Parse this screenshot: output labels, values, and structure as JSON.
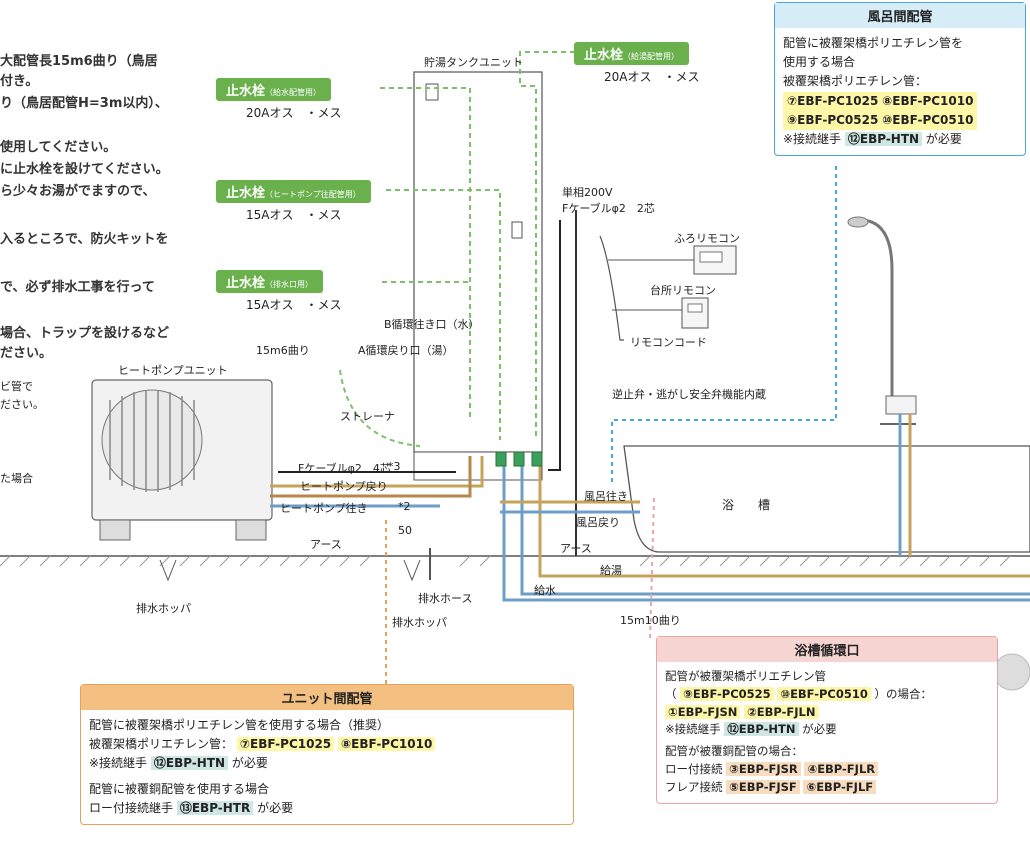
{
  "notes": [
    "大配管長15m6曲り（鳥居",
    "付き。",
    "り（鳥居配管H=3m以内）、",
    "使用してください。",
    "に止水栓を設けてください。",
    "ら少々お湯がでますので、",
    "入るところで、防火キットを",
    "で、必ず排水工事を行って",
    "場合、トラップを設けるなど",
    "ださい。"
  ],
  "small_notes": [
    "ビ管で",
    "ださい。",
    "た場合"
  ],
  "valves": {
    "supply": {
      "label": "止水栓",
      "sub": "（給水配管用）",
      "spec": "20Aオス　・メス"
    },
    "heatpump": {
      "label": "止水栓",
      "sub": "（ヒートポンプ往配管用）",
      "spec": "15Aオス　・メス"
    },
    "drain": {
      "label": "止水栓",
      "sub": "（排水口用）",
      "spec": "15Aオス　・メス"
    },
    "hotwater": {
      "label": "止水栓",
      "sub": "（給湯配管用）",
      "spec": "20Aオス　・メス"
    }
  },
  "labels": {
    "tank_unit": "貯湯タンクユニット",
    "power": "単相200V",
    "f_cable": "Fケーブルφ2　2芯",
    "bath_remote": "ふろリモコン",
    "kitchen_remote": "台所リモコン",
    "remote_cord": "リモコンコード",
    "b_port": "B循環往き口（水）",
    "a_port": "A循環戻り口（湯）",
    "bend_15m6": "15m6曲り",
    "hp_unit": "ヒートポンプユニット",
    "strainer": "ストレーナ",
    "check_valve": "逆止弁・逃がし安全弁機能内蔵",
    "f_cable_hp": "Fケーブルφ2　4芯",
    "star3": "*3",
    "hp_return": "ヒートポンプ戻り",
    "hp_supply": "ヒートポンプ往き",
    "star2": "*2",
    "earth1": "アース",
    "earth2": "アース",
    "bath_out": "風呂往き",
    "bath_back": "風呂戻り",
    "bathtub": "浴　　槽",
    "hot_supply": "給湯",
    "water_supply": "給水",
    "drain_hopper1": "排水ホッパ",
    "drain_hose": "排水ホース",
    "drain_hopper2": "排水ホッパ",
    "bend_15m10": "15m10曲り",
    "dim_50": "50"
  },
  "box_bath_pipe": {
    "title": "風呂間配管",
    "line1": "配管に被覆架橋ポリエチレン管を",
    "line2": "使用する場合",
    "line3": "被覆架橋ポリエチレン管：",
    "p7": "⑦EBF-PC1025",
    "p8": "⑧EBF-PC1010",
    "p9": "⑨EBF-PC0525",
    "p10": "⑩EBF-PC0510",
    "joint_pre": "※接続継手",
    "joint": "⑫EBP-HTN",
    "joint_post": "が必要"
  },
  "box_unit_pipe": {
    "title": "ユニット間配管",
    "line1": "配管に被覆架橋ポリエチレン管を使用する場合（推奨）",
    "line2": "被覆架橋ポリエチレン管：",
    "p7": "⑦EBF-PC1025",
    "p8": "⑧EBF-PC1010",
    "joint_pre": "※接続継手",
    "joint": "⑫EBP-HTN",
    "joint_post": "が必要",
    "line3": "配管に被覆銅配管を使用する場合",
    "braze_pre": "ロー付接続継手",
    "braze": "⑬EBP-HTR",
    "braze_post": "が必要"
  },
  "box_bath_port": {
    "title": "浴槽循環口",
    "line1": "配管が被覆架橋ポリエチレン管",
    "paren_open": "（",
    "p9": "⑨EBF-PC0525",
    "p10": "⑩EBF-PC0510",
    "paren_close": "）の場合：",
    "f1": "①EBP-FJSN",
    "f2": "②EBP-FJLN",
    "joint_pre": "※接続継手",
    "joint": "⑫EBP-HTN",
    "joint_post": "が必要",
    "line2": "配管が被覆銅配管の場合：",
    "braze_label": "ロー付接続",
    "f3": "③EBP-FJSR",
    "f4": "④EBP-FJLR",
    "flare_label": "フレア接続",
    "f5": "⑤EBP-FJSF",
    "f6": "⑥EBP-FJLF"
  }
}
